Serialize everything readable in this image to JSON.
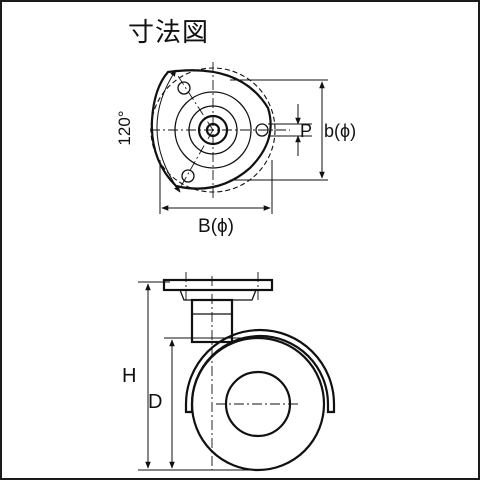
{
  "title": "寸法図",
  "labels": {
    "angle": "120°",
    "p": "P",
    "b": "b(ϕ)",
    "bb": "B(ϕ)",
    "h": "H",
    "d": "D"
  }
}
